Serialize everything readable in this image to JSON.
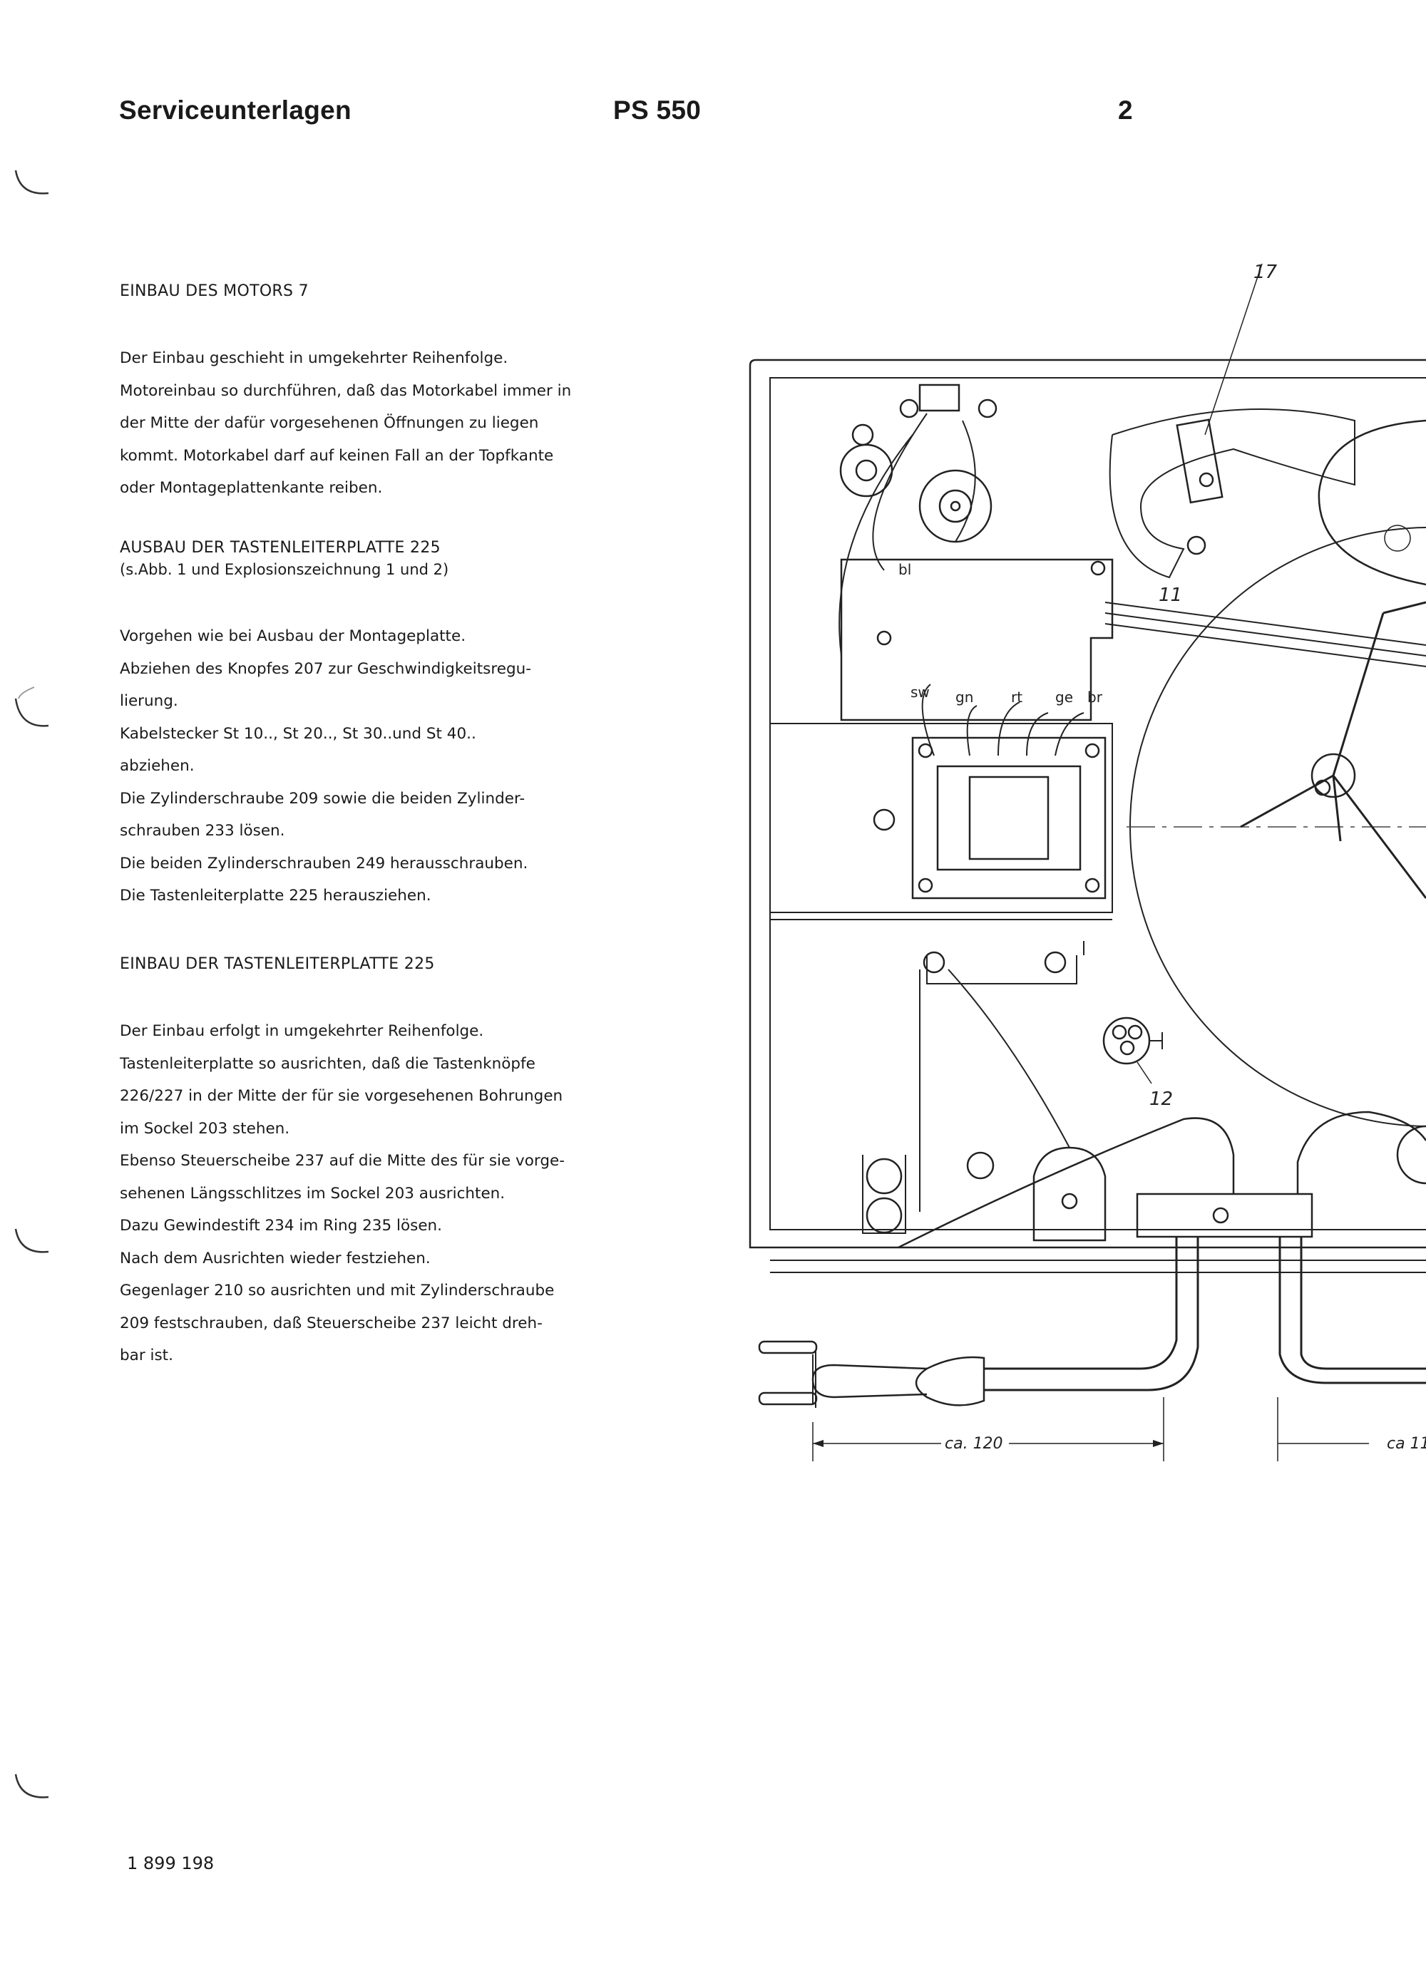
{
  "header": {
    "title": "Serviceunterlagen",
    "model": "PS 550",
    "page": "2"
  },
  "section1": {
    "heading": "EINBAU DES MOTORS  7",
    "lines": [
      "Der Einbau geschieht in umgekehrter Reihenfolge.",
      "Motoreinbau so durchführen, daß das Motorkabel immer in",
      "der Mitte der dafür vorgesehenen Öffnungen zu liegen",
      "kommt. Motorkabel darf auf keinen Fall an der Topfkante",
      "oder Montageplattenkante reiben."
    ]
  },
  "section2": {
    "heading": "AUSBAU DER TASTENLEITERPLATTE  225",
    "subheading": "(s.Abb. 1 und Explosionszeichnung 1 und 2)",
    "lines": [
      "Vorgehen wie bei Ausbau der Montageplatte.",
      "Abziehen des Knopfes 207 zur Geschwindigkeitsregu-",
      "lierung.",
      "Kabelstecker St 10.., St 20.., St 30..und St 40..",
      "abziehen.",
      "Die Zylinderschraube 209  sowie die beiden Zylinder-",
      "schrauben 233 lösen.",
      "Die beiden Zylinderschrauben 249 herausschrauben.",
      "Die Tastenleiterplatte 225 herausziehen."
    ]
  },
  "section3": {
    "heading": "EINBAU DER TASTENLEITERPLATTE 225",
    "lines": [
      "Der Einbau erfolgt in umgekehrter Reihenfolge.",
      "Tastenleiterplatte so ausrichten, daß die Tastenknöpfe",
      "226/227 in der Mitte der für sie vorgesehenen Bohrungen",
      "im Sockel 203 stehen.",
      "Ebenso Steuerscheibe 237 auf die Mitte des für sie vorge-",
      "sehenen Längsschlitzes im Sockel 203 ausrichten.",
      "Dazu Gewindestift 234 im Ring 235 lösen.",
      "Nach dem Ausrichten wieder festziehen.",
      "Gegenlager 210 so ausrichten und mit Zylinderschraube",
      "209 festschrauben, daß Steuerscheibe 237 leicht dreh-",
      "bar ist."
    ]
  },
  "diagram": {
    "callouts": {
      "c17": "17",
      "c11": "11",
      "c12": "12"
    },
    "wires": {
      "bl": "bl",
      "sw": "sw",
      "gn": "gn",
      "rt": "rt",
      "ge": "ge",
      "br": "br"
    },
    "dimensions": {
      "left": "ca. 120",
      "right": "ca 11"
    }
  },
  "footer": {
    "docnum": "1 899 198"
  }
}
